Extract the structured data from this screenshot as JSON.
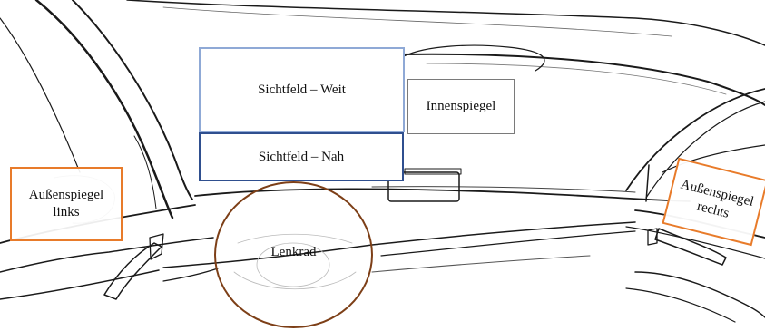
{
  "diagram": {
    "labels": {
      "field_far": "Sichtfeld – Weit",
      "field_near": "Sichtfeld – Nah",
      "inner_mirror": "Innenspiegel",
      "outer_mirror_left": [
        "Außenspiegel",
        "links"
      ],
      "outer_mirror_right": [
        "Außenspiegel",
        "rechts"
      ],
      "steering_wheel": "Lenkrad"
    },
    "colors": {
      "field_far_border": "#8fa9d6",
      "field_near_border": "#2f4f8f",
      "mirror_border": "#e87b2a",
      "inner_mirror_border": "#7a7a7a",
      "steering_wheel_border": "#7d3f17",
      "sketch_line": "#1a1a1a"
    }
  }
}
